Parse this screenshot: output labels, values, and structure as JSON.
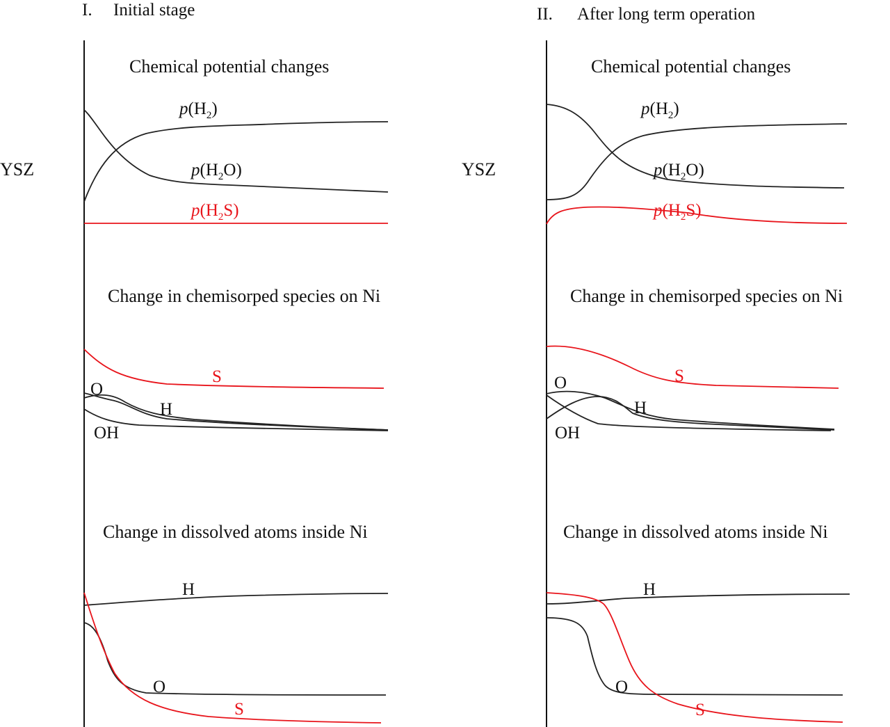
{
  "panel_left": {
    "header_num": "I.",
    "header_text": "Initial stage",
    "side_label": "YSZ",
    "titles": {
      "chem": "Chemical potential changes",
      "chemisorbed": "Change in chemisorped species on Ni",
      "dissolved": "Change in dissolved atoms inside Ni"
    },
    "chem_labels": {
      "p": "p",
      "h2_a": "(H",
      "h2_sub": "2",
      "h2_b": ")",
      "h2o_a": "(H",
      "h2o_sub": "2",
      "h2o_b": "O)",
      "h2s_a": "(H",
      "h2s_sub": "2",
      "h2s_b": "S)"
    },
    "species_labels": {
      "s": "S",
      "o": "O",
      "h": "H",
      "oh": "OH"
    },
    "dissolved_labels": {
      "h": "H",
      "o": "O",
      "s": "S"
    }
  },
  "panel_right": {
    "header_num": "II.",
    "header_text": "After long term operation",
    "side_label": "YSZ",
    "titles": {
      "chem": "Chemical potential changes",
      "chemisorbed": "Change in chemisorped species on Ni",
      "dissolved": "Change in dissolved atoms inside Ni"
    },
    "chem_labels": {
      "p": "p",
      "h2_a": "(H",
      "h2_sub": "2",
      "h2_b": ")",
      "h2o_a": "(H",
      "h2o_sub": "2",
      "h2o_b": "O)",
      "h2s_a": "(H",
      "h2s_sub": "2",
      "h2s_b": "S)"
    },
    "species_labels": {
      "s": "S",
      "o": "O",
      "h": "H",
      "oh": "OH"
    },
    "dissolved_labels": {
      "h": "H",
      "o": "O",
      "s": "S"
    }
  },
  "colors": {
    "black_curve": "#222222",
    "red_curve": "#e8141b",
    "axis": "#111111"
  }
}
